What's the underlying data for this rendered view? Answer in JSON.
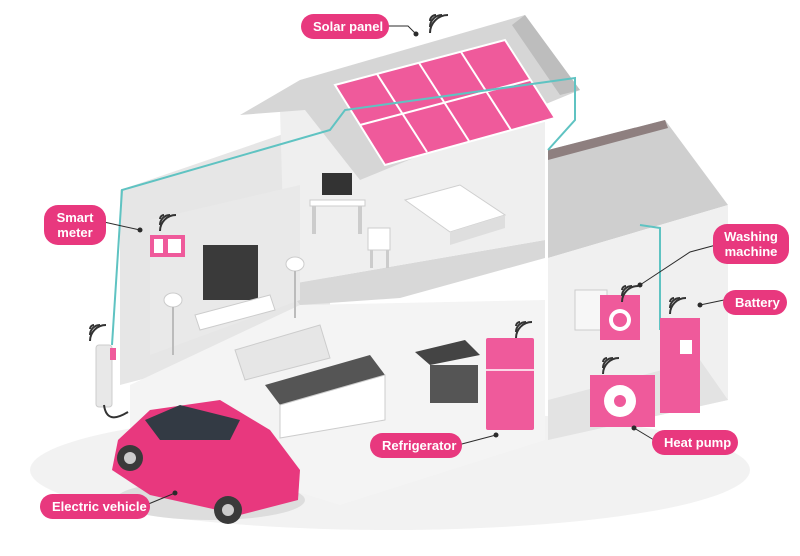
{
  "labels": {
    "solar_panel": "Solar panel",
    "smart_meter": "Smart meter",
    "washing_machine": "Washing machine",
    "battery": "Battery",
    "refrigerator": "Refrigerator",
    "heat_pump": "Heat pump",
    "electric_vehicle": "Electric vehicle"
  },
  "colors": {
    "accent": "#e8387e",
    "cable": "#5fc3c2",
    "panel": "#ef5a9b",
    "wall": "#ededed",
    "roof": "#dcdcdc"
  },
  "icons": {
    "wifi": "wifi-icon"
  }
}
